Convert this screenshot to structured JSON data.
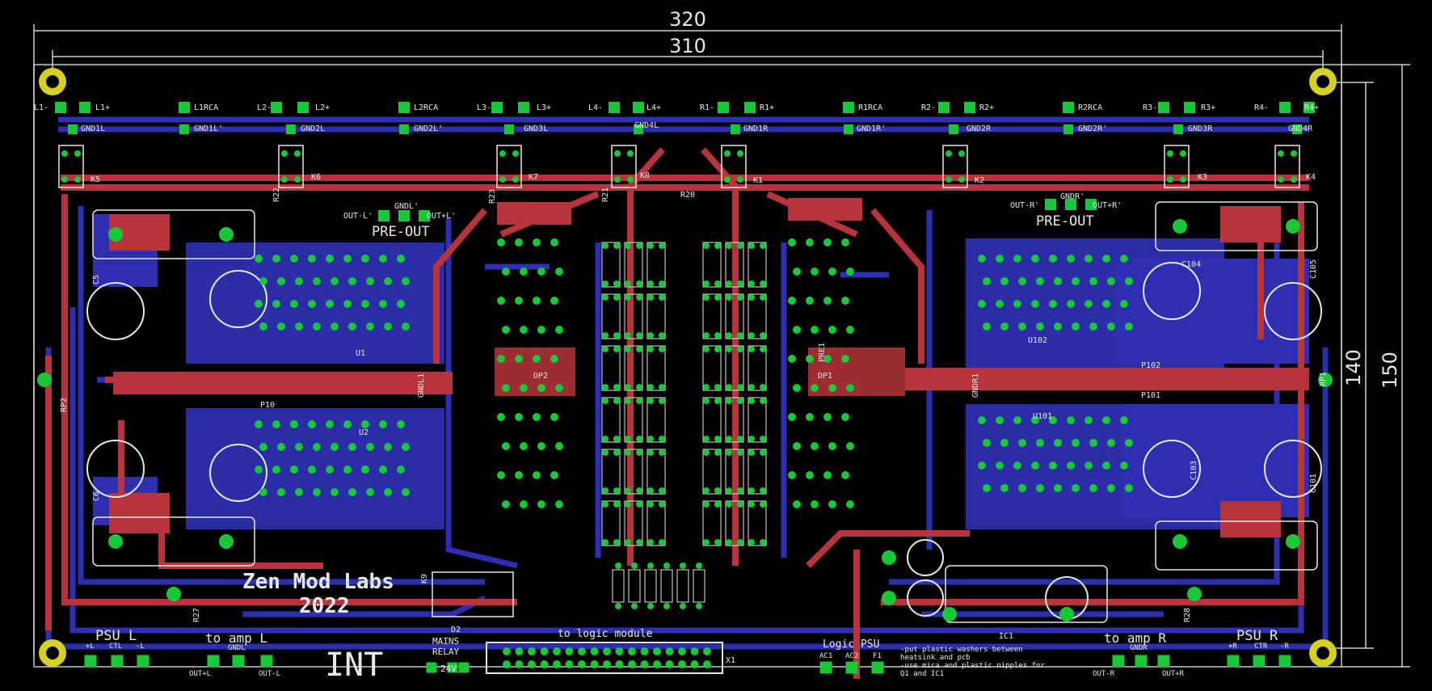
{
  "colors": {
    "background": "#000000",
    "top_copper": "#b8343c",
    "bottom_copper": "#2d2fb0",
    "pad": "#18c838",
    "silkscreen": "#e8e8e8",
    "mount_hole": "#d8d020",
    "outline": "#c8c8c8"
  },
  "dimensions": {
    "width_outer": "320",
    "width_inner": "310",
    "height_inner": "140",
    "height_outer": "150"
  },
  "board_text": {
    "brand": "Zen Mod Labs",
    "year": "2022",
    "int_label": "INT",
    "logic_label": "to logic module",
    "mains_relay": "MAINS\nRELAY",
    "v24": "24V",
    "logic_psu": "Logic PSU",
    "psu_l": "PSU L",
    "psu_r": "PSU R",
    "to_amp_l": "to amp L",
    "to_amp_r": "to amp R",
    "pre_out_l": "PRE-OUT",
    "pre_out_r": "PRE-OUT",
    "note_line1": "-put plastic washers between",
    "note_line2": "heatsink and pcb",
    "note_line3": "-use mica and plastic nipples for",
    "note_line4": "Q1 and IC1"
  },
  "connector_labels": {
    "top_left": [
      "L1-",
      "L1+",
      "L1RCA",
      "GND1L",
      "GND1L'",
      "L2-",
      "L2+",
      "L2RCA",
      "GND2L",
      "GND2L'",
      "L3-",
      "L3+",
      "GND3L",
      "L4-",
      "L4+",
      "GND4L"
    ],
    "top_right": [
      "R1-",
      "R1+",
      "R1RCA",
      "GND1R",
      "GND1R'",
      "R2-",
      "R2+",
      "R2RCA",
      "GND2R",
      "GND2R'",
      "R3-",
      "R3+",
      "GND3R",
      "R4-",
      "R4+",
      "GND4R"
    ],
    "bottom_left": [
      "PSU L",
      "+L",
      "CTL",
      "-L",
      "to amp L",
      "GNDL",
      "OUT+L",
      "OUT-L"
    ],
    "bottom_right": [
      "OUT-R",
      "GNDR",
      "OUT+R",
      "+R",
      "CTR",
      "-R"
    ],
    "pre_out_left": [
      "OUT-L'",
      "GNDL'",
      "OUT+L'"
    ],
    "pre_out_right": [
      "OUT-R'",
      "GNDR'",
      "OUT+R'"
    ],
    "logic_psu": [
      "AC1",
      "AC2",
      "F1"
    ]
  },
  "component_labels": [
    "R20",
    "R22",
    "R21",
    "R23",
    "K1",
    "K2",
    "K3",
    "K4",
    "K5",
    "K6",
    "K7",
    "K8",
    "RP1",
    "RP2",
    "C5",
    "C6",
    "C104",
    "C105",
    "C103",
    "C101",
    "P10",
    "U1",
    "U2",
    "U101",
    "U102",
    "P101",
    "P102",
    "PRE1",
    "DP1",
    "DP2",
    "IC1",
    "D2",
    "K9",
    "R27",
    "R28",
    "X1",
    "GNDL1",
    "GNDR1"
  ]
}
